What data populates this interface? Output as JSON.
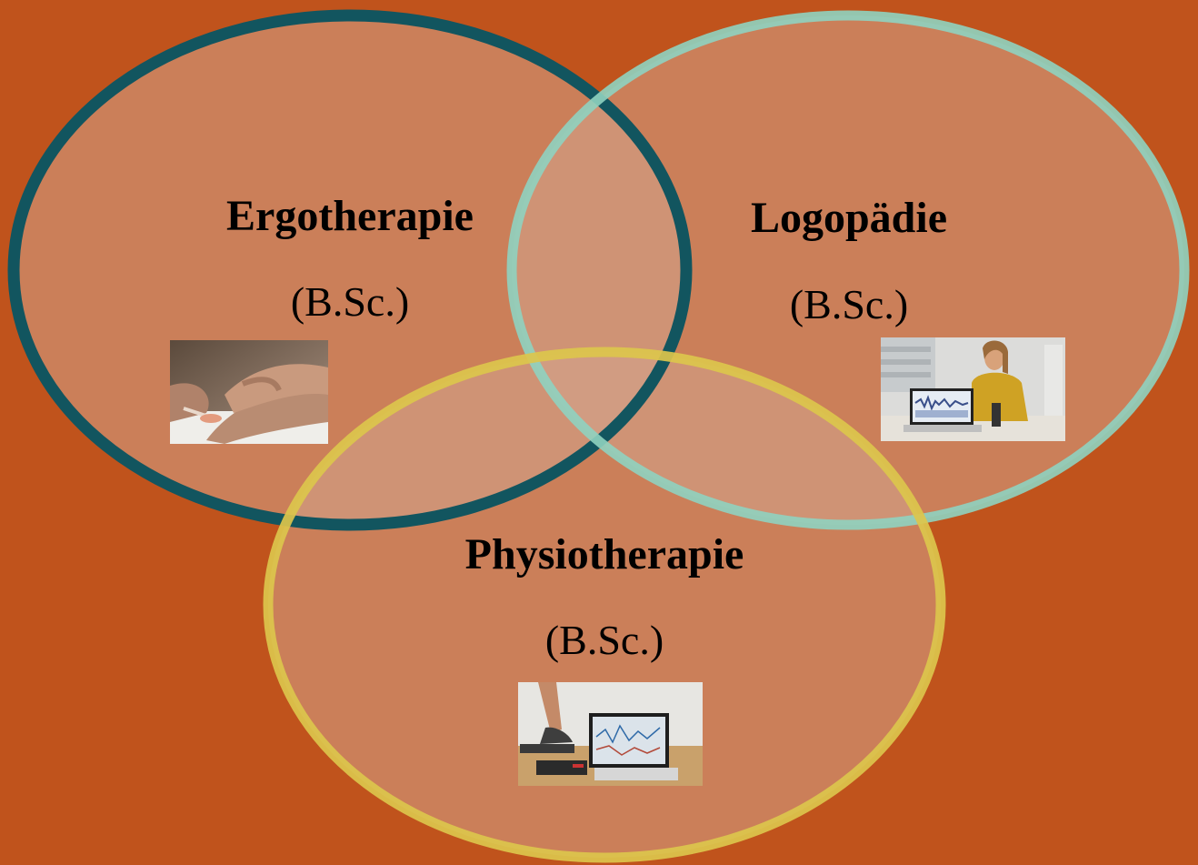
{
  "colors": {
    "background": "#c0531c",
    "ellipse_fill": "#d3a48d",
    "ergo_stroke": "#12555f",
    "logo_stroke": "#8fd3c0",
    "physio_stroke": "#dcc64c"
  },
  "sets": [
    {
      "id": "ergotherapie",
      "title": "Ergotherapie",
      "degree": "(B.Sc.)",
      "photo": "hands-therapy-photo"
    },
    {
      "id": "logopaedie",
      "title": "Logopädie",
      "degree": "(B.Sc.)",
      "photo": "speech-analysis-photo"
    },
    {
      "id": "physiotherapie",
      "title": "Physiotherapie",
      "degree": "(B.Sc.)",
      "photo": "gait-analysis-photo"
    }
  ]
}
